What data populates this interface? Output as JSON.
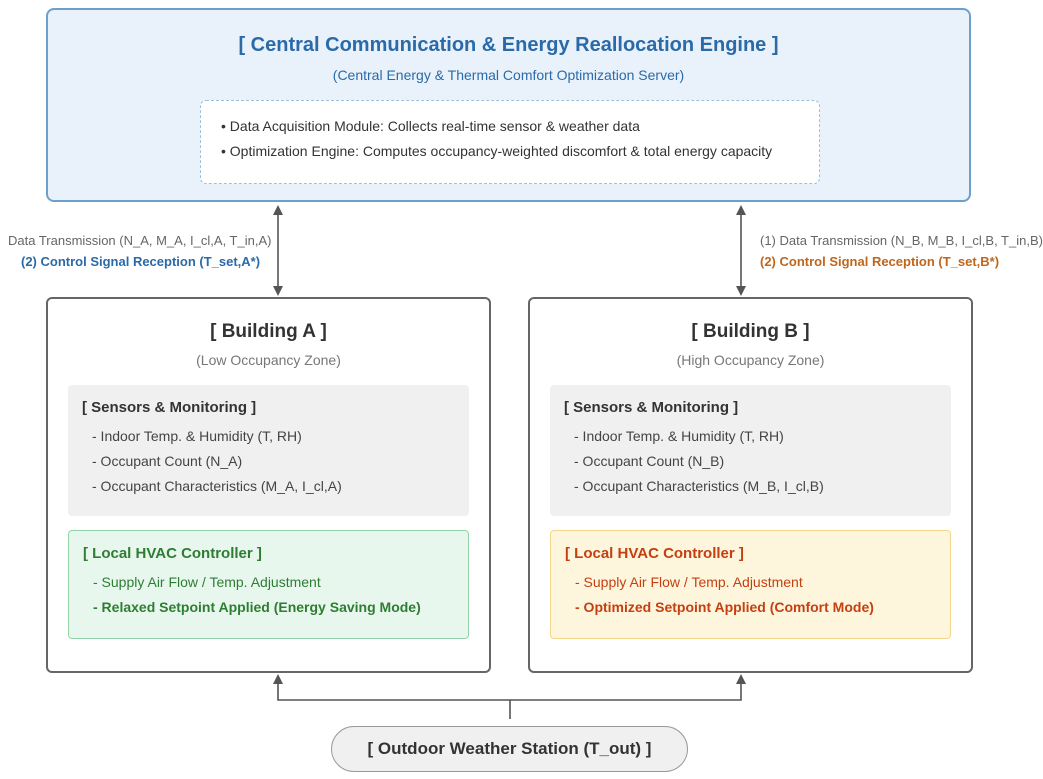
{
  "server": {
    "title": "[ Central Communication & Energy Reallocation Engine ]",
    "subtitle": "(Central Energy & Thermal Comfort Optimization Server)",
    "modules": [
      "• Data Acquisition Module: Collects real-time sensor & weather data",
      "• Optimization Engine: Computes occupancy-weighted discomfort & total energy capacity"
    ]
  },
  "link_a": {
    "data": "Data Transmission (N_A, M_A, I_cl,A, T_in,A)",
    "control": "(2) Control Signal Reception (T_set,A*)",
    "control_color": "#2a6aa8"
  },
  "link_b": {
    "data": "(1) Data Transmission (N_B, M_B, I_cl,B, T_in,B)",
    "control": "(2) Control Signal Reception (T_set,B*)",
    "control_color": "#c0661c"
  },
  "building_a": {
    "title": "[ Building A ]",
    "subtitle": "(Low Occupancy Zone)",
    "sensors_title": "[ Sensors & Monitoring ]",
    "sensors": [
      "- Indoor Temp. & Humidity (T, RH)",
      "- Occupant Count (N_A)",
      "- Occupant Characteristics (M_A, I_cl,A)"
    ],
    "hvac_title": "[ Local HVAC Controller ]",
    "hvac_items": [
      "- Supply Air Flow / Temp. Adjustment",
      "- Relaxed Setpoint Applied (Energy Saving Mode)"
    ]
  },
  "building_b": {
    "title": "[ Building B ]",
    "subtitle": "(High Occupancy Zone)",
    "sensors_title": "[ Sensors & Monitoring ]",
    "sensors": [
      "- Indoor Temp. & Humidity (T, RH)",
      "- Occupant Count (N_B)",
      "- Occupant Characteristics (M_B, I_cl,B)"
    ],
    "hvac_title": "[ Local HVAC Controller ]",
    "hvac_items": [
      "- Supply Air Flow / Temp. Adjustment",
      "- Optimized Setpoint Applied (Comfort Mode)"
    ]
  },
  "station": {
    "label": "[ Outdoor Weather Station (T_out) ]"
  },
  "colors": {
    "server_accent": "#2a6aa8",
    "comfort_green": "#2e7d32",
    "comfort_orange": "#c43f12"
  }
}
